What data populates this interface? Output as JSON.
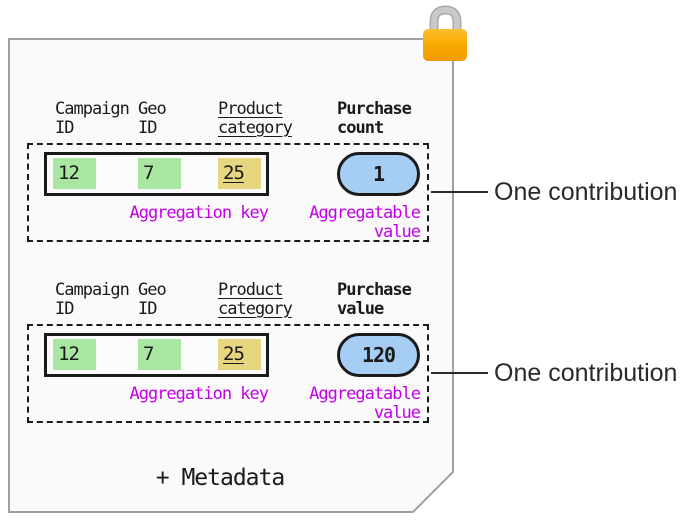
{
  "diagram": {
    "description": "Aggregatable report with two contributions",
    "metadata_label": "+ Metadata"
  },
  "lock": {
    "icon": "padlock"
  },
  "colors": {
    "paper_fill": "#fafafa",
    "paper_border": "#a0a0a0",
    "lock_body_orange": "#f9ab00",
    "lock_shackle_gray": "#c6c6c6",
    "key_cell_green": "#a9e6a2",
    "key_cell_yellow": "#e6d680",
    "value_pill_blue": "#a6cdf4",
    "accent_magenta": "#c400eb",
    "text_black": "#1a1a1a"
  },
  "groups": [
    {
      "headers": [
        "Campaign\nID",
        "Geo\nID",
        "Product\ncategory",
        "Purchase\ncount"
      ],
      "cells": [
        "12",
        "7",
        "25"
      ],
      "aggregation_key_label": "Aggregation key",
      "value": "1",
      "aggregatable_value_label": "Aggregatable\nvalue",
      "callout": "One contribution"
    },
    {
      "headers": [
        "Campaign\nID",
        "Geo\nID",
        "Product\ncategory",
        "Purchase\nvalue"
      ],
      "cells": [
        "12",
        "7",
        "25"
      ],
      "aggregation_key_label": "Aggregation key",
      "value": "120",
      "aggregatable_value_label": "Aggregatable\nvalue",
      "callout": "One contribution"
    }
  ]
}
